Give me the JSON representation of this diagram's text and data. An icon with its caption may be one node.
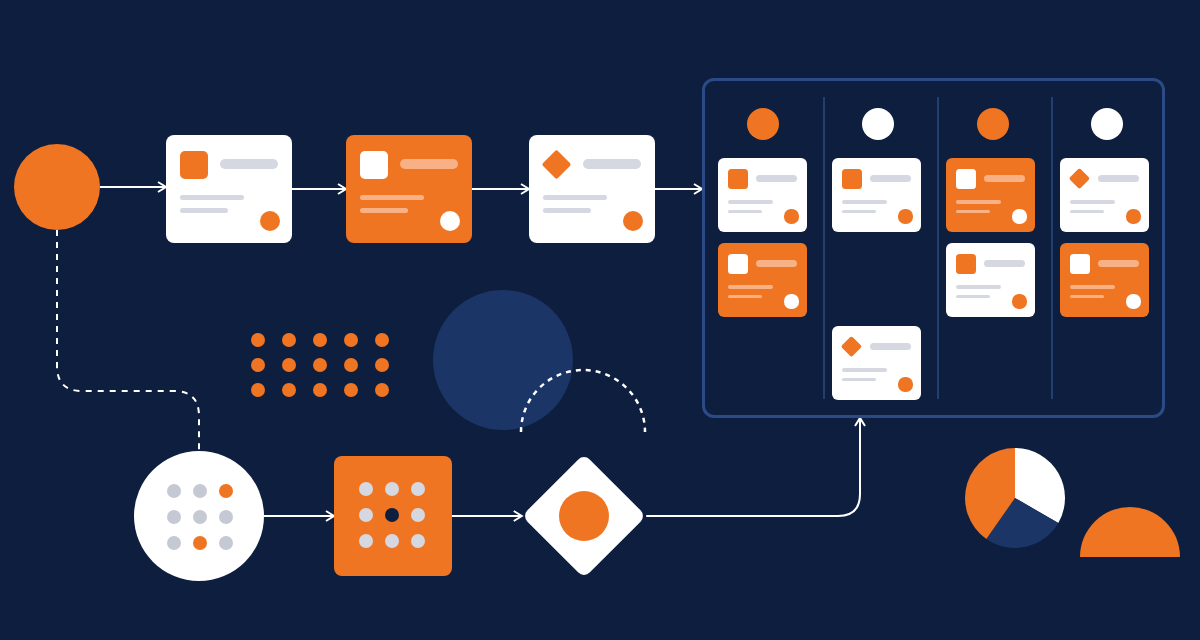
{
  "diagram": {
    "nodes": [
      {
        "text": [],
        "shape": "circle"
      },
      {
        "text": [],
        "shape": "box"
      },
      {
        "text": [],
        "shape": "box"
      },
      {
        "text": [],
        "shape": "box"
      },
      {
        "text": [],
        "shape": "box"
      },
      {
        "text": [],
        "shape": "box",
        "in": 4
      },
      {
        "text": [],
        "shape": "box",
        "in": 4
      },
      {
        "text": [],
        "shape": "box",
        "in": 4
      },
      {
        "text": [],
        "shape": "box",
        "in": 4
      },
      {
        "text": [],
        "shape": "box",
        "in": 4
      },
      {
        "text": [],
        "shape": "box",
        "in": 4
      },
      {
        "text": [],
        "shape": "box",
        "in": 4
      },
      {
        "text": [],
        "shape": "box",
        "in": 4
      },
      {
        "text": [],
        "shape": "circle"
      },
      {
        "text": [],
        "shape": "box"
      },
      {
        "text": [],
        "shape": "diamond"
      }
    ],
    "edges": [
      {
        "from": 0,
        "to": 1,
        "arrow": "to"
      },
      {
        "from": 1,
        "to": 2,
        "arrow": "to"
      },
      {
        "from": 2,
        "to": 3,
        "arrow": "to"
      },
      {
        "from": 3,
        "to": 4,
        "arrow": "to"
      },
      {
        "from": 0,
        "to": 13,
        "arrow": "none",
        "style": "dashed"
      },
      {
        "from": 13,
        "to": 14,
        "arrow": "to"
      },
      {
        "from": 14,
        "to": 15,
        "arrow": "to"
      },
      {
        "from": 15,
        "to": 4,
        "arrow": "to"
      }
    ]
  }
}
